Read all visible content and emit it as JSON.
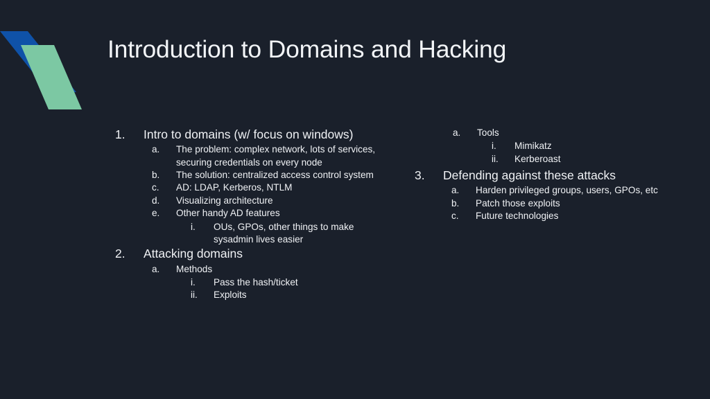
{
  "slide": {
    "background_color": "#1a202b",
    "title": "Introduction to Domains and Hacking",
    "decoration": {
      "name": "corner-chevron-logo",
      "blue_color": "#0f52a8",
      "green_color": "#7cc8a3"
    }
  },
  "outline": {
    "left_column": [
      {
        "marker": "1.",
        "text": "Intro to domains (w/ focus on windows)",
        "children": [
          {
            "marker": "a.",
            "text": "The problem: complex network, lots of services, securing credentials on every node"
          },
          {
            "marker": "b.",
            "text": "The solution: centralized access control system"
          },
          {
            "marker": "c.",
            "text": "AD: LDAP, Kerberos, NTLM"
          },
          {
            "marker": "d.",
            "text": "Visualizing architecture"
          },
          {
            "marker": "e.",
            "text": "Other handy AD features",
            "children": [
              {
                "marker": "i.",
                "text": "OUs, GPOs, other things to make sysadmin lives easier"
              }
            ]
          }
        ]
      },
      {
        "marker": "2.",
        "text": "Attacking domains",
        "children": [
          {
            "marker": "a.",
            "text": "Methods",
            "children": [
              {
                "marker": "i.",
                "text": "Pass the hash/ticket"
              },
              {
                "marker": "ii.",
                "text": "Exploits"
              }
            ]
          }
        ]
      }
    ],
    "right_column": [
      {
        "marker": "a.",
        "text": "Tools",
        "children": [
          {
            "marker": "i.",
            "text": "Mimikatz"
          },
          {
            "marker": "ii.",
            "text": "Kerberoast"
          }
        ]
      },
      {
        "marker": "3.",
        "text": "Defending against these attacks",
        "children": [
          {
            "marker": "a.",
            "text": "Harden privileged groups, users, GPOs, etc"
          },
          {
            "marker": "b.",
            "text": "Patch those exploits"
          },
          {
            "marker": "c.",
            "text": "Future technologies"
          }
        ]
      }
    ]
  }
}
